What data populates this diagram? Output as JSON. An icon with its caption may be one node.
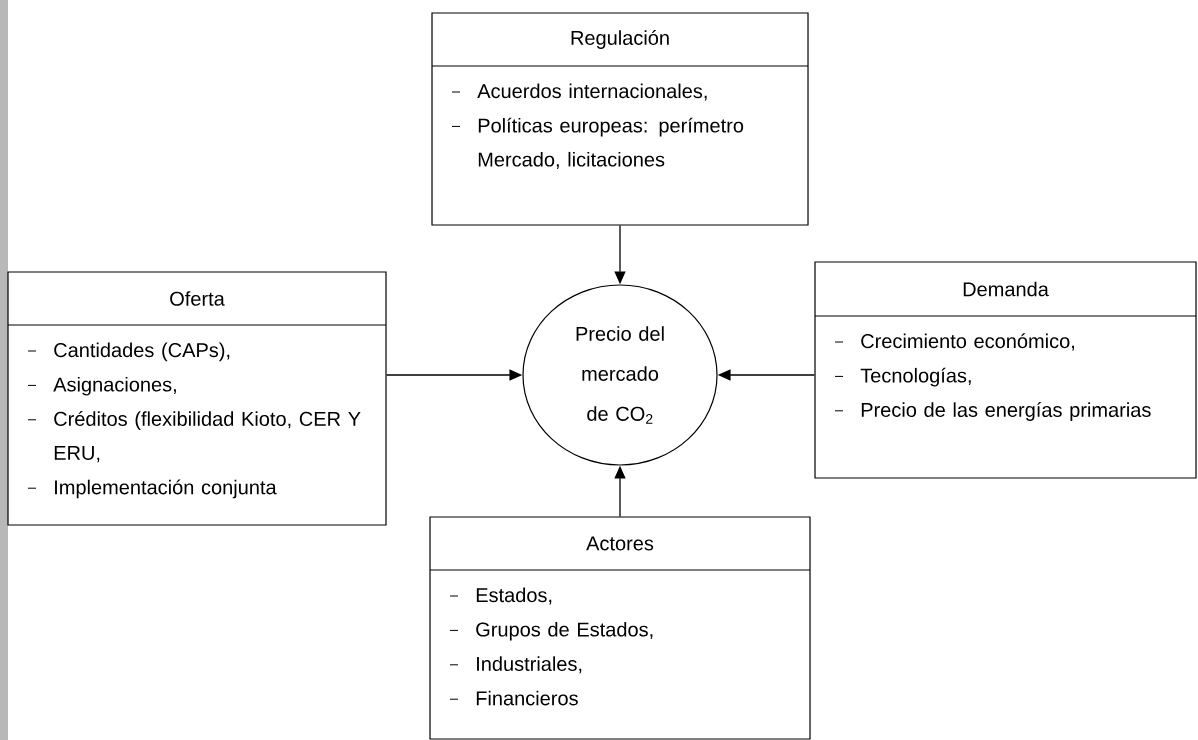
{
  "diagram": {
    "nodes": [
      {
        "text": [
          "Regulación",
          "Acuerdos internacionales,",
          "Políticas europeas: perímetro Mercado, licitaciones"
        ]
      },
      {
        "text": [
          "Oferta",
          "Cantidades (CAPs),",
          "Asignaciones,",
          "Créditos (flexibilidad Kioto, CER Y ERU,",
          "Implementación conjunta"
        ]
      },
      {
        "text": [
          "Precio del mercado de CO$_{2}$"
        ]
      },
      {
        "text": [
          "Demanda",
          "Crecimiento económico,",
          "Tecnologías,",
          "Precio de las energías primarias"
        ]
      },
      {
        "text": [
          "Actores",
          "Estados,",
          "Grupos de Estados,",
          "Industriales,",
          "Financieros"
        ]
      }
    ],
    "edges": [
      {
        "from": 0,
        "to": 2,
        "arrow": "to"
      },
      {
        "from": 1,
        "to": 2,
        "arrow": "to"
      },
      {
        "from": 3,
        "to": 2,
        "arrow": "to"
      },
      {
        "from": 4,
        "to": 2,
        "arrow": "to"
      }
    ]
  }
}
